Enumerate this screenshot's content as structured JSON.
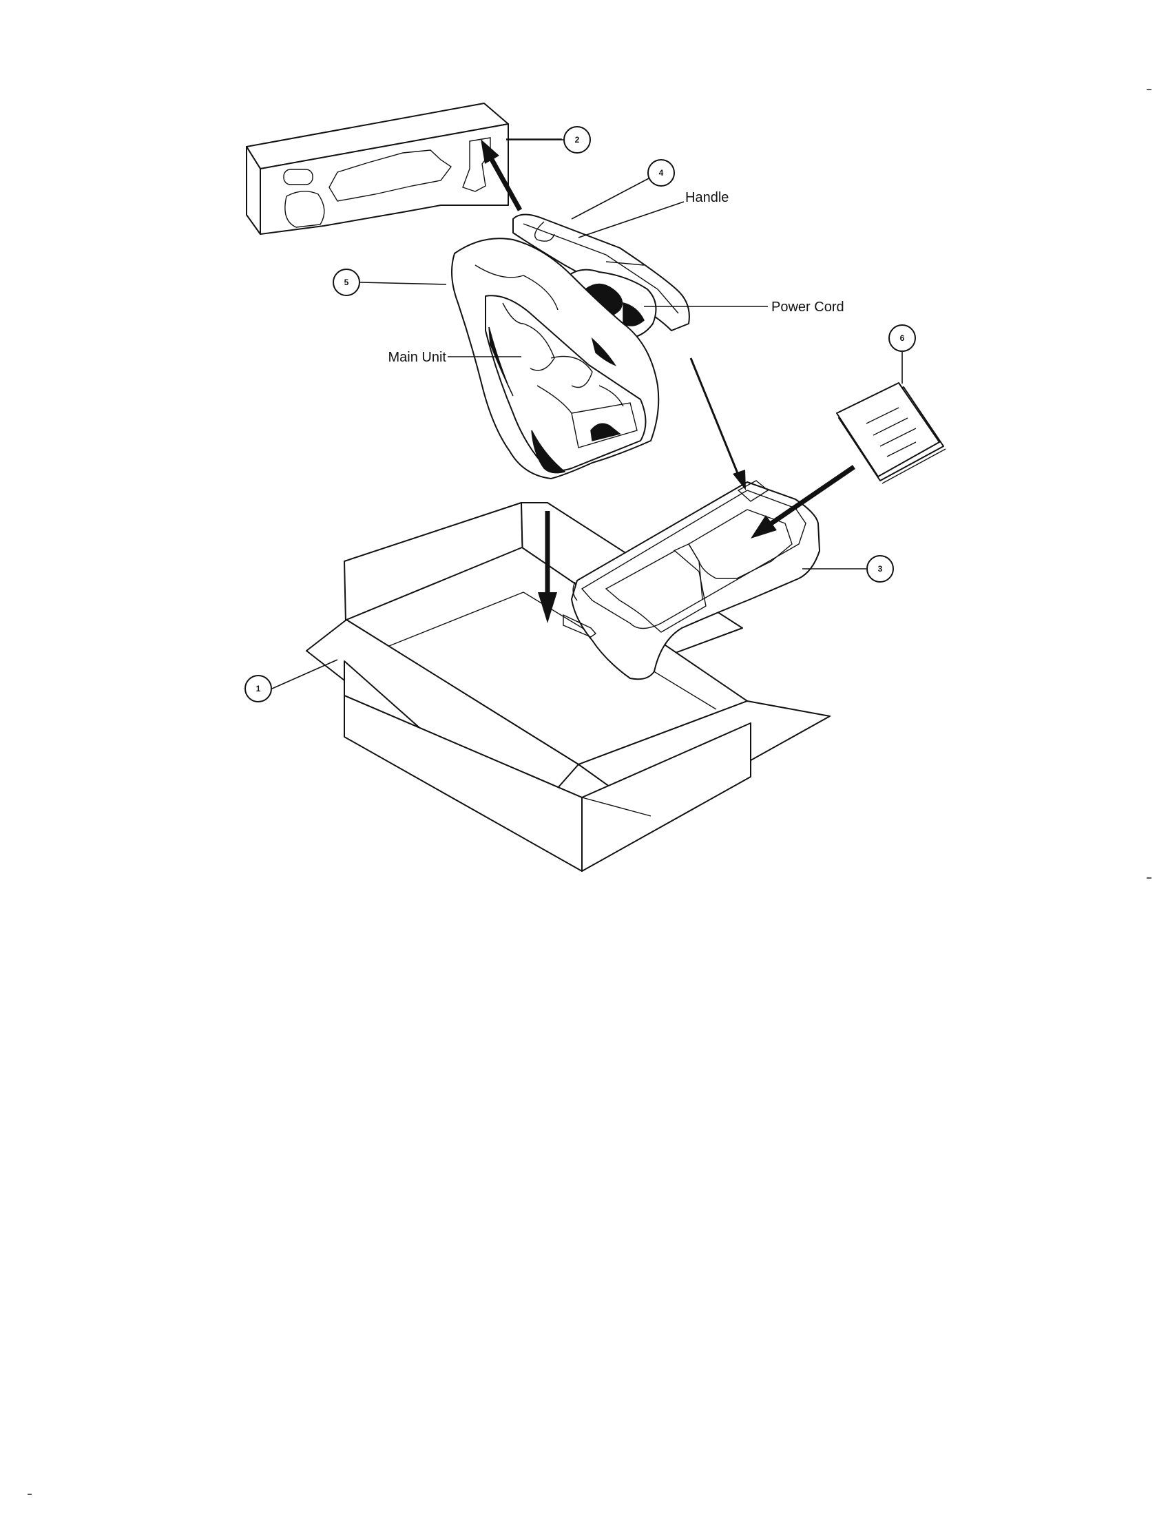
{
  "labels": {
    "handle": "Handle",
    "power_cord": "Power Cord",
    "main_unit": "Main Unit"
  },
  "callouts": [
    "1",
    "2",
    "3",
    "4",
    "5",
    "6"
  ],
  "colors": {
    "ink": "#111111",
    "paper": "#ffffff"
  }
}
